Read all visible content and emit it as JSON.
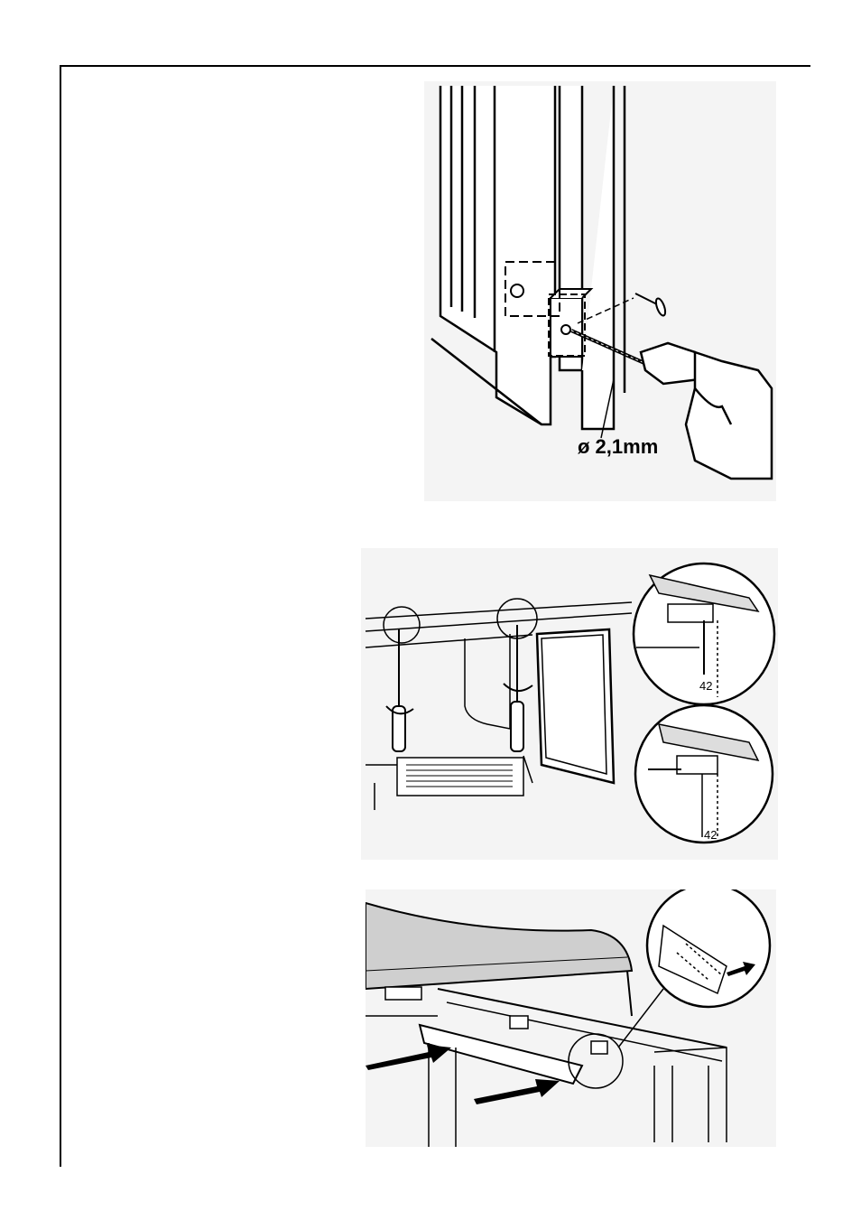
{
  "figures": {
    "drill": {
      "diameter_label": "ø 2,1mm"
    },
    "hinge_adjust": {
      "dimension_top": "42",
      "dimension_bottom": "42"
    },
    "door_fit": {}
  }
}
